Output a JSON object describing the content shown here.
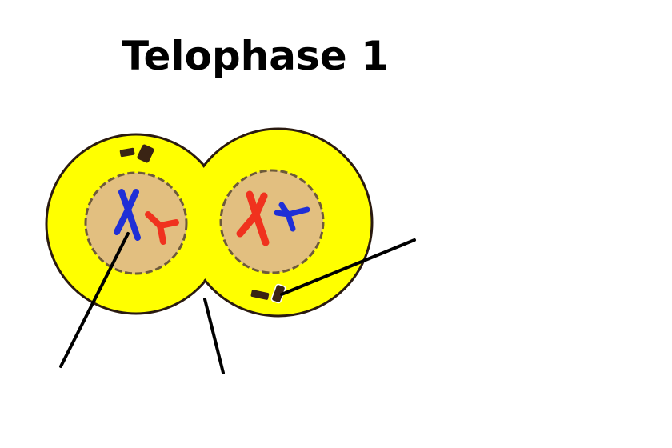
{
  "title": "Telophase 1",
  "colors": {
    "cytoplasm": "#ffff00",
    "cell_outline": "#2a1a10",
    "nucleus": "#e2bf80",
    "nuclear_envelope": "#6e5a3a",
    "chromosome_maternal": "#1f2fd6",
    "chromosome_paternal": "#f0321e",
    "centrioles": "#3a2414",
    "label_line": "#000000"
  },
  "cells": [
    {
      "name": "left-daughter-cell",
      "chromosomes": [
        "chromosome_maternal",
        "chromosome_paternal"
      ]
    },
    {
      "name": "right-daughter-cell",
      "chromosomes": [
        "chromosome_paternal",
        "chromosome_maternal"
      ]
    }
  ],
  "structures": [
    "cleavage-furrow",
    "centrioles",
    "nuclear-envelope"
  ],
  "label_lines": [
    "chromosome-pointer",
    "cleavage-furrow-pointer",
    "centriole-pointer"
  ],
  "labels": []
}
